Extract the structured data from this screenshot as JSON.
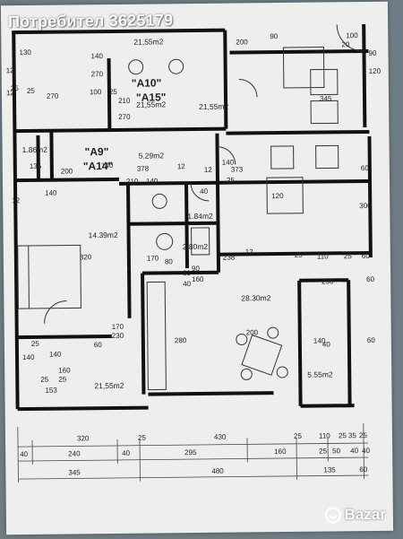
{
  "watermark": "Потребител 3625179",
  "logo": {
    "text": "Bazar",
    "icon": "bazar-smile-icon"
  },
  "apartments": {
    "top": [
      "\"A10\"",
      "\"A15\""
    ],
    "mid": [
      "\"A9\"",
      "\"A14\""
    ]
  },
  "rooms": [
    {
      "key": "r_top_left",
      "area": "21,55m2"
    },
    {
      "key": "r_top_mid",
      "area": "21,55m2"
    },
    {
      "key": "r_top_right",
      "area": "21,55m2"
    },
    {
      "key": "r_small_left",
      "area": "1.86m2"
    },
    {
      "key": "r_hall",
      "area": "5.29m2"
    },
    {
      "key": "r_bed",
      "area": "14.39m2"
    },
    {
      "key": "r_wc1",
      "area": "1.84m2"
    },
    {
      "key": "r_wc2",
      "area": "2.80m2"
    },
    {
      "key": "r_living",
      "area": "28.30m2"
    },
    {
      "key": "r_bed2",
      "area": "21,55m2"
    },
    {
      "key": "r_balcony",
      "area": "5.55m2"
    }
  ],
  "dims_top": [
    "130",
    "25",
    "140",
    "100",
    "270",
    "90",
    "200",
    "270",
    "345",
    "25",
    "120",
    "210",
    "270",
    "12",
    "25",
    "100",
    "20",
    "90",
    "12"
  ],
  "dims_mid": [
    "135",
    "200",
    "12",
    "378",
    "12",
    "373",
    "60",
    "140",
    "120",
    "300",
    "12",
    "320",
    "170",
    "80",
    "90",
    "25",
    "80",
    "160",
    "238",
    "110",
    "25",
    "60",
    "210",
    "40",
    "290",
    "60",
    "140",
    "40",
    "25",
    "140",
    "25",
    "160",
    "60",
    "280",
    "170",
    "230",
    "60",
    "140",
    "25",
    "153",
    "25",
    "140",
    "40",
    "200",
    "12",
    "140",
    "140"
  ],
  "dims_bottom": {
    "row1": [
      "320",
      "25",
      "430",
      "25",
      "110",
      "25",
      "35",
      "25"
    ],
    "row2": [
      "40",
      "240",
      "40",
      "295",
      "160",
      "25",
      "50",
      "40",
      "40"
    ],
    "row3": [
      "345",
      "480",
      "135",
      "60"
    ]
  }
}
